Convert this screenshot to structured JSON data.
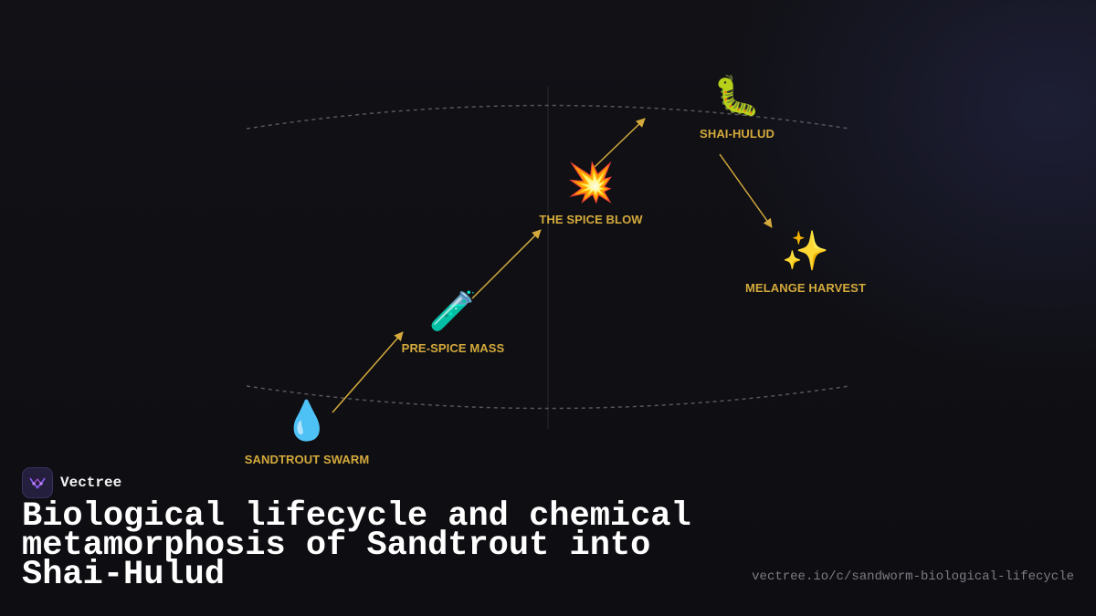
{
  "diagram": {
    "nodes": [
      {
        "id": "sandtrout-swarm",
        "label": "SANDTROUT SWARM",
        "icon": "water-droplet-icon",
        "glyph": "💧"
      },
      {
        "id": "pre-spice-mass",
        "label": "PRE-SPICE MASS",
        "icon": "test-tube-icon",
        "glyph": "🧪"
      },
      {
        "id": "spice-blow",
        "label": "THE SPICE BLOW",
        "icon": "explosion-icon",
        "glyph": "💥"
      },
      {
        "id": "shai-hulud",
        "label": "SHAI-HULUD",
        "icon": "worm-icon",
        "glyph": "🐛"
      },
      {
        "id": "melange-harvest",
        "label": "MELANGE HARVEST",
        "icon": "sparkles-icon",
        "glyph": "✨"
      }
    ],
    "edges": [
      {
        "from": "sandtrout-swarm",
        "to": "pre-spice-mass"
      },
      {
        "from": "pre-spice-mass",
        "to": "spice-blow"
      },
      {
        "from": "spice-blow",
        "to": "shai-hulud"
      },
      {
        "from": "shai-hulud",
        "to": "melange-harvest"
      }
    ],
    "colors": {
      "label": "#d4aa3c",
      "arrow": "#d4aa3c",
      "guide": "#55555c",
      "background": "#0f0f13"
    }
  },
  "brand": {
    "name": "Vectree",
    "logo_icon": "vectree-logo-icon"
  },
  "title": "Biological lifecycle and chemical metamorphosis of Sandtrout into Shai-Hulud",
  "url": "vectree.io/c/sandworm-biological-lifecycle"
}
